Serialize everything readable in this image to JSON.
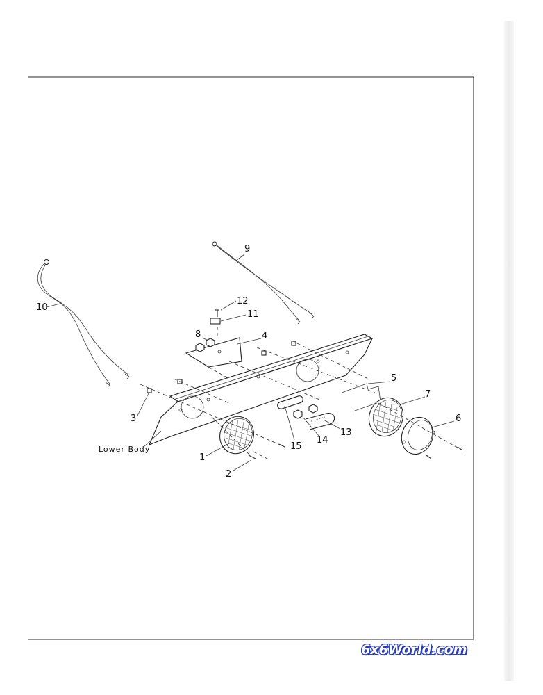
{
  "diagram": {
    "lower_body_label": "Lower Body",
    "callouts": {
      "c1": "1",
      "c2": "2",
      "c3": "3",
      "c4": "4",
      "c5": "5",
      "c6": "6",
      "c7": "7",
      "c8": "8",
      "c9": "9",
      "c10": "10",
      "c11": "11",
      "c12": "12",
      "c13": "13",
      "c14": "14",
      "c15": "15"
    }
  },
  "watermark": {
    "text": "6x6World.com"
  }
}
